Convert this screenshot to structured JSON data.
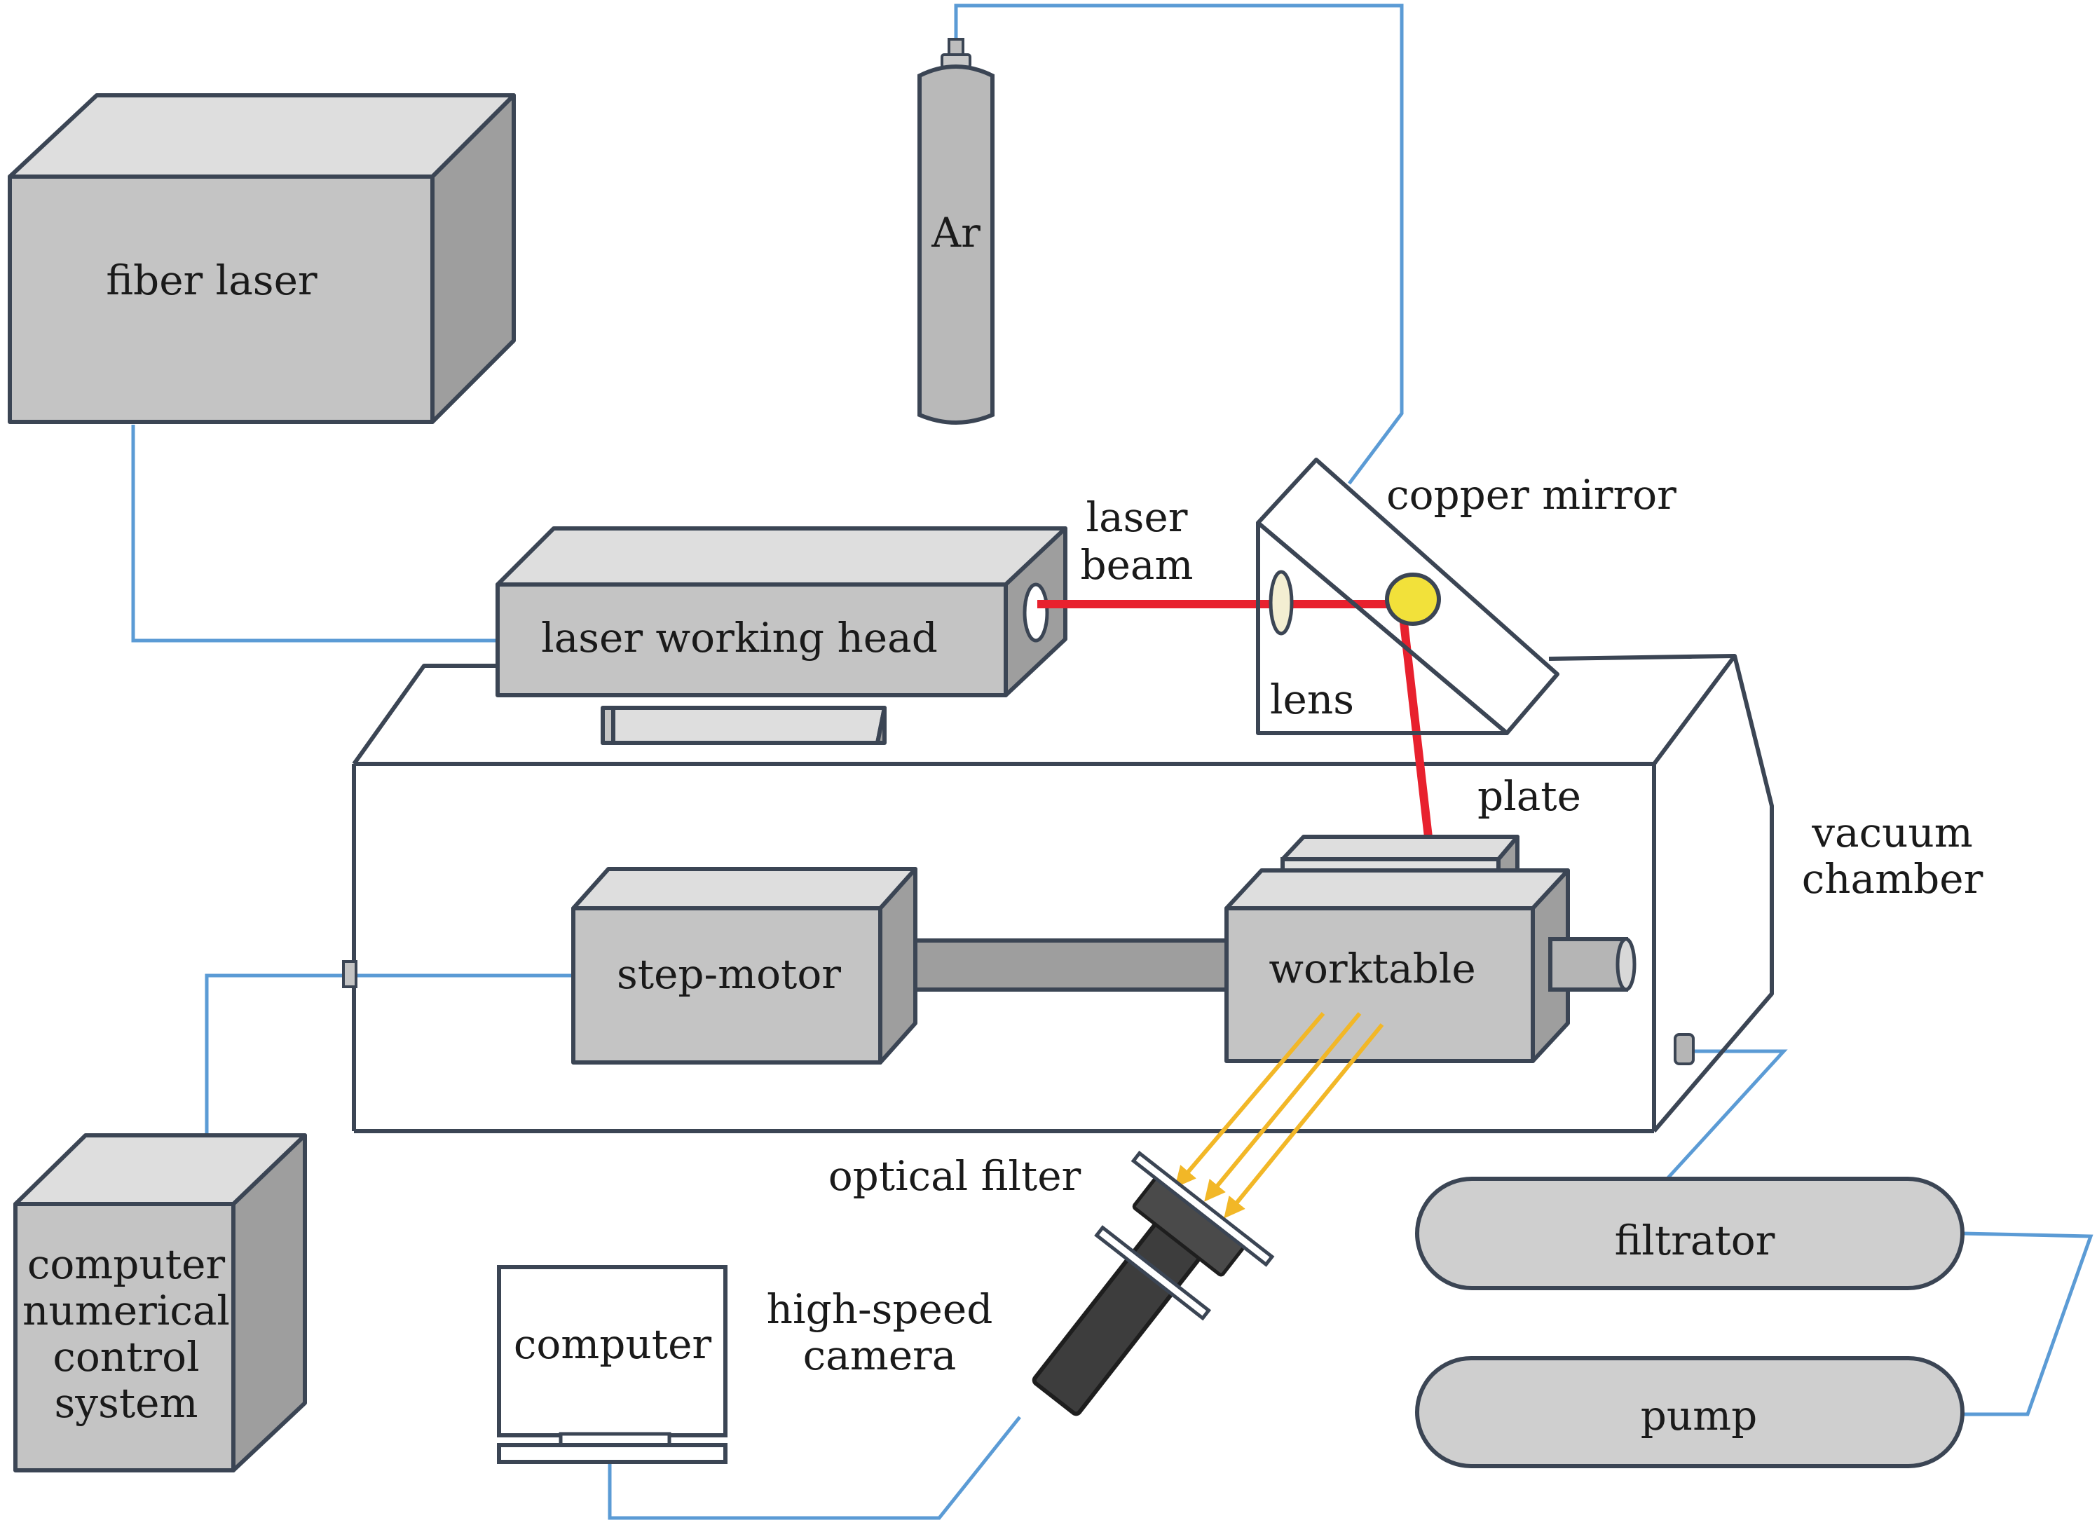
{
  "colors": {
    "wire": "#5b9bd5",
    "beam": "#e8212e",
    "light": "#f2b727",
    "mirror_spot": "#f2e13a",
    "box_front": "#c4c4c4",
    "outline": "#3b4554"
  },
  "labels": {
    "fiber_laser": "fiber laser",
    "ar": "Ar",
    "laser_beam_1": "laser",
    "laser_beam_2": "beam",
    "copper_mirror": "copper mirror",
    "laser_working_head": "laser working head",
    "lens": "lens",
    "plate": "plate",
    "vacuum_chamber_1": "vacuum",
    "vacuum_chamber_2": "chamber",
    "step_motor": "step-motor",
    "worktable": "worktable",
    "optical_filter": "optical filter",
    "cnc_1": "computer",
    "cnc_2": "numerical",
    "cnc_3": "control",
    "cnc_4": "system",
    "computer": "computer",
    "high_speed_camera_1": "high-speed",
    "high_speed_camera_2": "camera",
    "filtrator": "filtrator",
    "pump": "pump"
  }
}
